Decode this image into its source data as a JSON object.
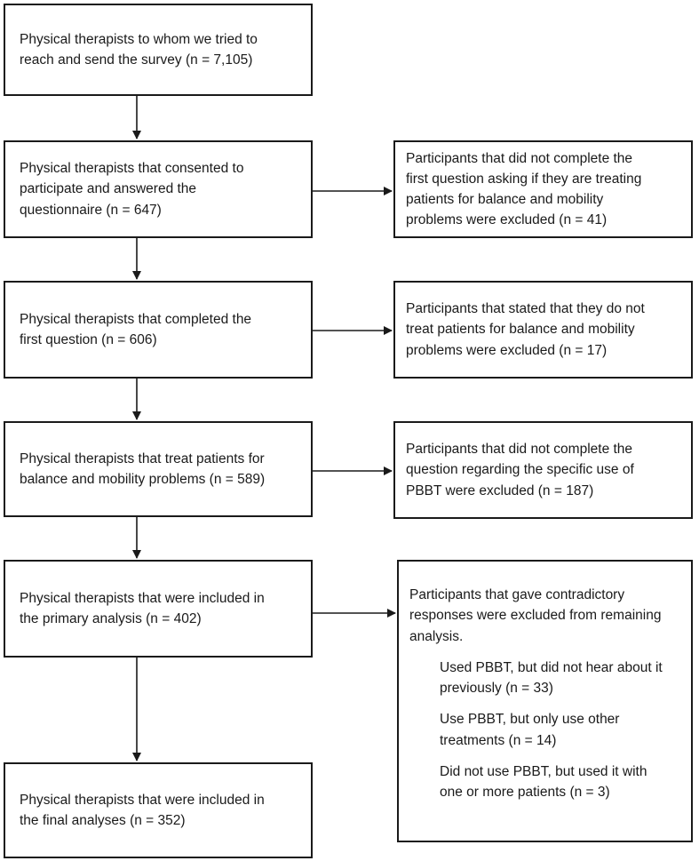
{
  "flow": {
    "main": [
      {
        "lines": [
          "Physical therapists to whom we tried to",
          "reach and send the survey (n = 7,105)"
        ]
      },
      {
        "lines": [
          "Physical therapists that consented to",
          "participate and answered the",
          "questionnaire (n = 647)"
        ]
      },
      {
        "lines": [
          "Physical therapists that completed the",
          "first question (n = 606)"
        ]
      },
      {
        "lines": [
          "Physical therapists that treat patients for",
          "balance and mobility problems (n = 589)"
        ]
      },
      {
        "lines": [
          "Physical therapists that were included in",
          "the primary analysis (n = 402)"
        ]
      },
      {
        "lines": [
          "Physical therapists that were included in",
          "the final analyses (n = 352)"
        ]
      }
    ],
    "excluded": [
      {
        "lines": [
          "Participants that did not complete the",
          "first question asking if they are treating",
          "patients for balance and mobility",
          "problems were excluded (n = 41)"
        ]
      },
      {
        "lines": [
          "Participants that stated that they do not",
          "treat patients for balance and mobility",
          "problems were excluded (n = 17)"
        ]
      },
      {
        "lines": [
          "Participants that did not complete the",
          "question regarding the specific use of",
          "PBBT were excluded (n = 187)"
        ]
      },
      {
        "lines": [
          "Participants that gave contradictory",
          "responses were excluded from remaining",
          "analysis."
        ],
        "items": [
          [
            "Used PBBT, but did not hear about it",
            "previously (n = 33)"
          ],
          [
            "Use PBBT, but only use other",
            "treatments (n = 14)"
          ],
          [
            "Did not use PBBT, but used it with",
            "one or more patients (n = 3)"
          ]
        ]
      }
    ]
  }
}
